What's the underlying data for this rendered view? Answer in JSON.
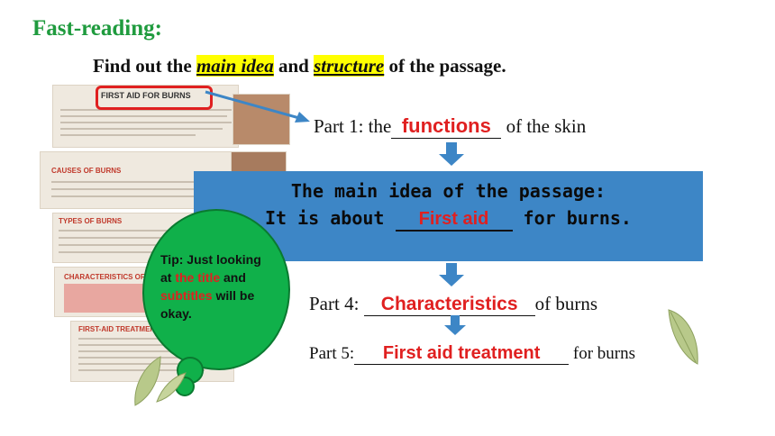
{
  "heading": "Fast-reading:",
  "instruction": {
    "prefix": "Find out the ",
    "highlight1": "main idea",
    "middle": " and ",
    "highlight2": "structure",
    "suffix": " of the passage."
  },
  "pages": {
    "p1_title": "FIRST AID FOR BURNS",
    "p2_title": "CAUSES OF BURNS",
    "p3_title": "TYPES OF BURNS",
    "p4_title": "CHARACTERISTICS OF BURNS",
    "p5_title": "FIRST-AID TREATMENT"
  },
  "part1": {
    "label": "Part 1: the",
    "answer": "functions",
    "suffix": " of  the skin"
  },
  "banner": {
    "line1": "The main idea of the passage:",
    "line2_prefix": "It is about ",
    "answer": "First aid",
    "line2_suffix": "  for burns."
  },
  "part4": {
    "label": "Part 4: ",
    "answer": "Characteristics",
    "suffix": "of burns"
  },
  "part5": {
    "label": "Part 5:",
    "answer": "First aid treatment",
    "suffix": " for burns"
  },
  "tip": {
    "t1": "Tip: Just looking at ",
    "r1": "the title",
    "t2": " and ",
    "r2": "subtitles",
    "t3": " will be okay."
  },
  "colors": {
    "heading": "#1f9b3e",
    "highlight": "#ffff00",
    "answer": "#e02020",
    "banner": "#3d86c6",
    "arrow": "#3d86c6",
    "tip": "#10b04a"
  }
}
